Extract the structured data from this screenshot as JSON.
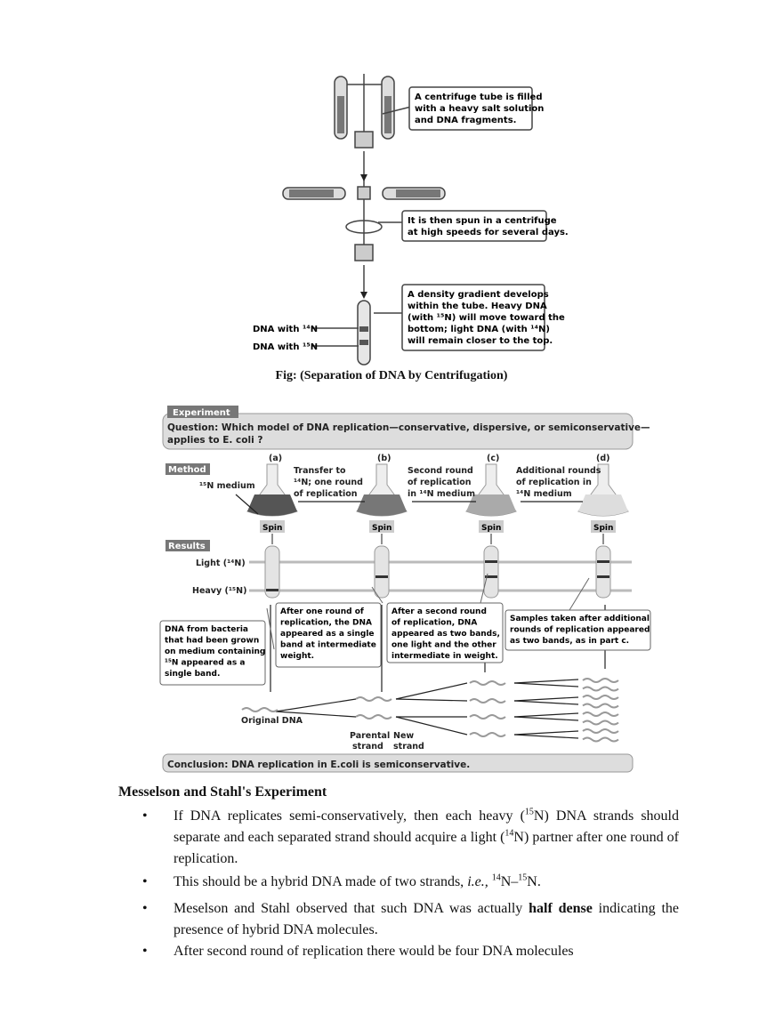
{
  "fig1": {
    "box1": [
      "A centrifuge tube is filled",
      "with a heavy salt solution",
      "and DNA fragments."
    ],
    "box2": [
      "It is then spun in a centrifuge",
      "at high speeds for several days."
    ],
    "box3": [
      "A density gradient develops",
      "within the tube. Heavy DNA",
      "(with ¹⁵N) will move toward the",
      "bottom; light DNA (with ¹⁴N)",
      "will remain closer to the top."
    ],
    "label14": "DNA with ¹⁴N",
    "label15": "DNA with ¹⁵N",
    "caption": "Fig: (Separation of DNA by Centrifugation)"
  },
  "fig2": {
    "experiment": "Experiment",
    "question1": "Question: Which model of DNA replication—conservative, dispersive, or semiconservative—",
    "question2": "applies to E. coli ?",
    "method": "Method",
    "results": "Results",
    "flask_labels": [
      "(a)",
      "(b)",
      "(c)",
      "(d)"
    ],
    "medium": "¹⁵N medium",
    "step1": [
      "Transfer to",
      "¹⁴N; one round",
      "of replication"
    ],
    "step2": [
      "Second round",
      "of replication",
      "in ¹⁴N medium"
    ],
    "step3": [
      "Additional rounds",
      "of replication in",
      "¹⁴N medium"
    ],
    "spin": "Spin",
    "light": "Light (¹⁴N)",
    "heavy": "Heavy (¹⁵N)",
    "note_a": [
      "DNA from bacteria",
      "that had been grown",
      "on medium containing",
      "¹⁵N appeared as a",
      "single band."
    ],
    "note_b": [
      "After one round of",
      "replication, the DNA",
      "appeared as a single",
      "band at intermediate",
      "weight."
    ],
    "note_c": [
      "After a second round",
      "of replication, DNA",
      "appeared as two bands,",
      "one light and the other",
      "intermediate in weight."
    ],
    "note_d": [
      "Samples taken after additional",
      "rounds of replication appeared",
      "as two bands, as in part c."
    ],
    "original": "Original DNA",
    "parental": [
      "Parental",
      "strand"
    ],
    "new": [
      "New",
      "strand"
    ],
    "conclusion": "Conclusion: DNA replication in E.coli is semiconservative."
  },
  "text": {
    "heading": "Messelson and Stahl's Experiment",
    "bullets": [
      {
        "a": "If DNA replicates semi-conservatively, then each heavy (",
        "s1": "15",
        "b": "N) DNA strands should separate and each separated strand should acquire a light (",
        "s2": "14",
        "c": "N) partner after one round of replication."
      },
      {
        "a": "This should be a hybrid DNA made of two strands, ",
        "i": "i.e.,",
        "b": " ",
        "s1": "14",
        "c": "N–",
        "s2": "15",
        "d": "N."
      },
      {
        "a": "Meselson and Stahl observed that such DNA was actually ",
        "bold": "half dense",
        "b": " indicating the presence of hybrid DNA molecules."
      },
      {
        "a": "After second round of replication there would be four DNA molecules"
      }
    ],
    "bullet_char": "•"
  }
}
